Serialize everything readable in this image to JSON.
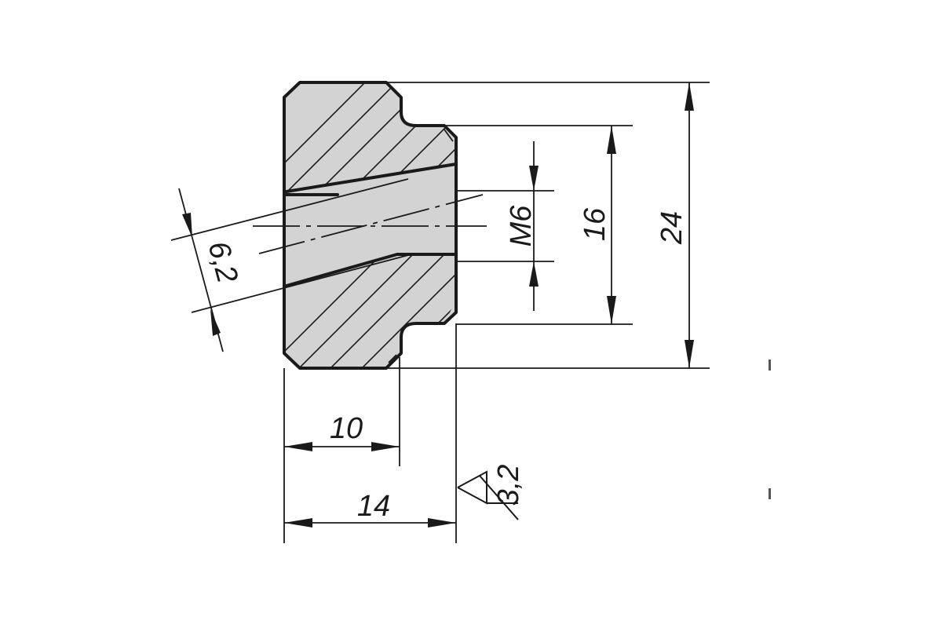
{
  "drawing": {
    "section_fill": "#d3d3d3",
    "line_color": "#1a1a1a",
    "dimensions": {
      "bore_diameter": "6,2",
      "thread": "M6",
      "inner_diameter": "16",
      "outer_diameter": "24",
      "depth_inner": "10",
      "total_length": "14",
      "surface_roughness": "3,2"
    }
  }
}
